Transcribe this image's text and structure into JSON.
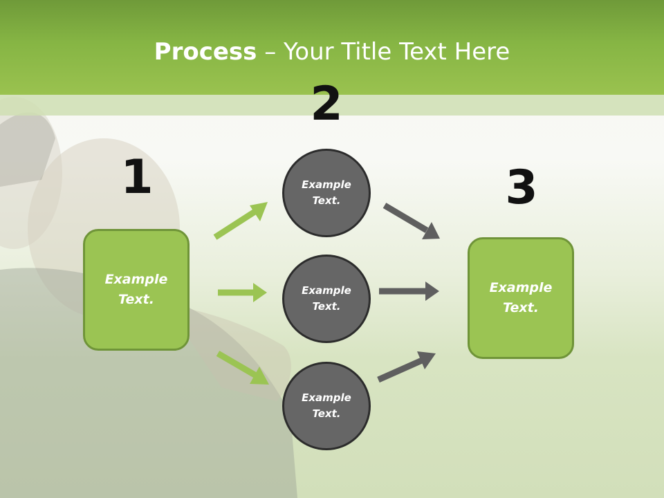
{
  "title": {
    "bold": "Process",
    "separator": " – ",
    "rest": "Your Title Text Here"
  },
  "steps": {
    "one": "1",
    "two": "2",
    "three": "3"
  },
  "left_box": {
    "line1": "Example",
    "line2": "Text."
  },
  "circles": [
    {
      "line1": "Example",
      "line2": "Text."
    },
    {
      "line1": "Example",
      "line2": "Text."
    },
    {
      "line1": "Example",
      "line2": "Text."
    }
  ],
  "right_box": {
    "line1": "Example",
    "line2": "Text."
  },
  "colors": {
    "green": "#9bc453",
    "green_dark": "#6f9438",
    "circle": "#666666",
    "arrow_gray": "#5f5f5f",
    "arrow_green": "#9bc453"
  }
}
